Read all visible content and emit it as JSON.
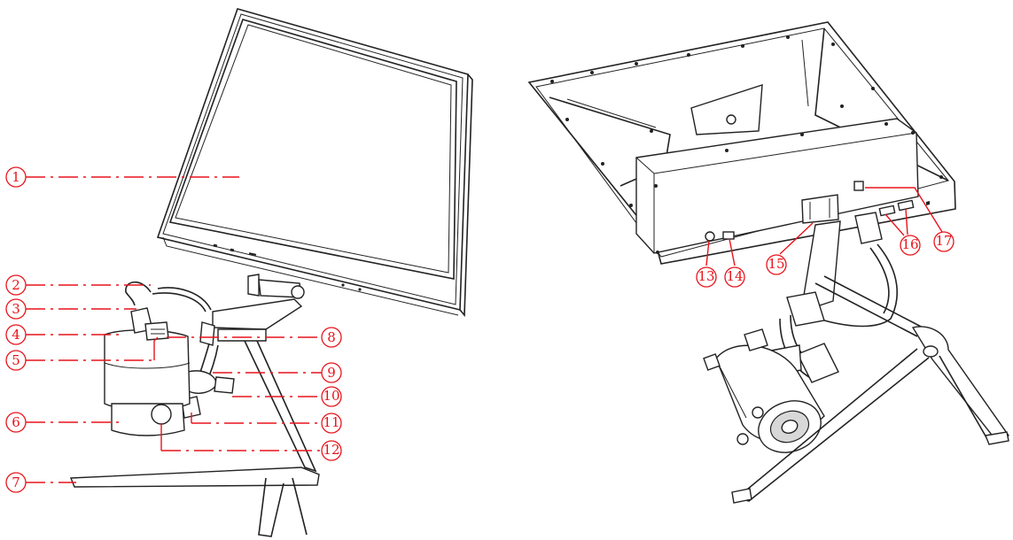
{
  "figure": {
    "front_view": {
      "callouts": [
        {
          "id": "1",
          "label": "1"
        },
        {
          "id": "2",
          "label": "2"
        },
        {
          "id": "3",
          "label": "3"
        },
        {
          "id": "4",
          "label": "4"
        },
        {
          "id": "5",
          "label": "5"
        },
        {
          "id": "6",
          "label": "6"
        },
        {
          "id": "7",
          "label": "7"
        },
        {
          "id": "8",
          "label": "8"
        },
        {
          "id": "9",
          "label": "9"
        },
        {
          "id": "10",
          "label": "10"
        },
        {
          "id": "11",
          "label": "11"
        },
        {
          "id": "12",
          "label": "12"
        }
      ]
    },
    "rear_view": {
      "callouts": [
        {
          "id": "13",
          "label": "13"
        },
        {
          "id": "14",
          "label": "14"
        },
        {
          "id": "15",
          "label": "15"
        },
        {
          "id": "16",
          "label": "16"
        },
        {
          "id": "17",
          "label": "17"
        }
      ]
    },
    "colors": {
      "callout": "#e8141c",
      "line_art": "#222222"
    }
  }
}
